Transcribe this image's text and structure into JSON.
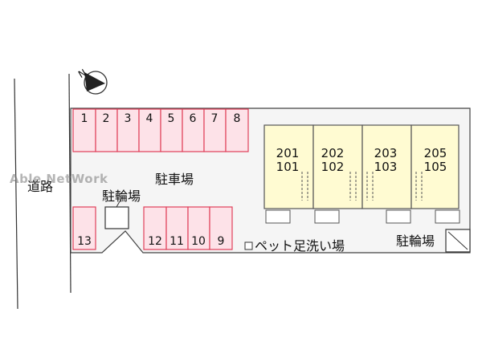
{
  "labels": {
    "road": "道路",
    "parking": "駐車場",
    "bicycle_left": "駐輪場",
    "bicycle_right": "駐輪場",
    "pet_wash": "ペット足洗い場",
    "north": "N"
  },
  "watermark": "Able NetWork",
  "parking_top": [
    "1",
    "2",
    "3",
    "4",
    "5",
    "6",
    "7",
    "8"
  ],
  "parking_bottom": [
    "12",
    "11",
    "10",
    "9"
  ],
  "parking_left": "13",
  "units": [
    {
      "upper": "201",
      "lower": "101"
    },
    {
      "upper": "202",
      "lower": "102"
    },
    {
      "upper": "203",
      "lower": "103"
    },
    {
      "upper": "205",
      "lower": "105"
    }
  ],
  "colors": {
    "parking_fill": "#fde2e8",
    "parking_stroke": "#e0405a",
    "building_fill": "#fffbd2",
    "lot_fill": "#f5f5f5",
    "outline": "#333333"
  }
}
